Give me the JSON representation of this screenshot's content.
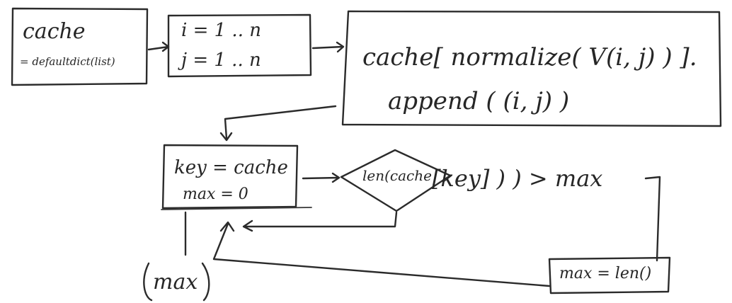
{
  "nodes": {
    "cache_init": {
      "line1": "cache",
      "line2": "= defaultdict(list)"
    },
    "loops": {
      "line1": "i = 1 .. n",
      "line2": "j = 1 .. n"
    },
    "append": {
      "line1": "cache[ normalize( V(i, j) ) ].",
      "line2": "append ( (i, j) )"
    },
    "key_init": {
      "line1": "key = cache",
      "line2": "max = 0"
    },
    "condition": {
      "diamond_text": "len(cache",
      "trailing_text": "[key] ) ) > max"
    },
    "update": {
      "text": "max = len()"
    },
    "result": {
      "text": "max"
    }
  }
}
